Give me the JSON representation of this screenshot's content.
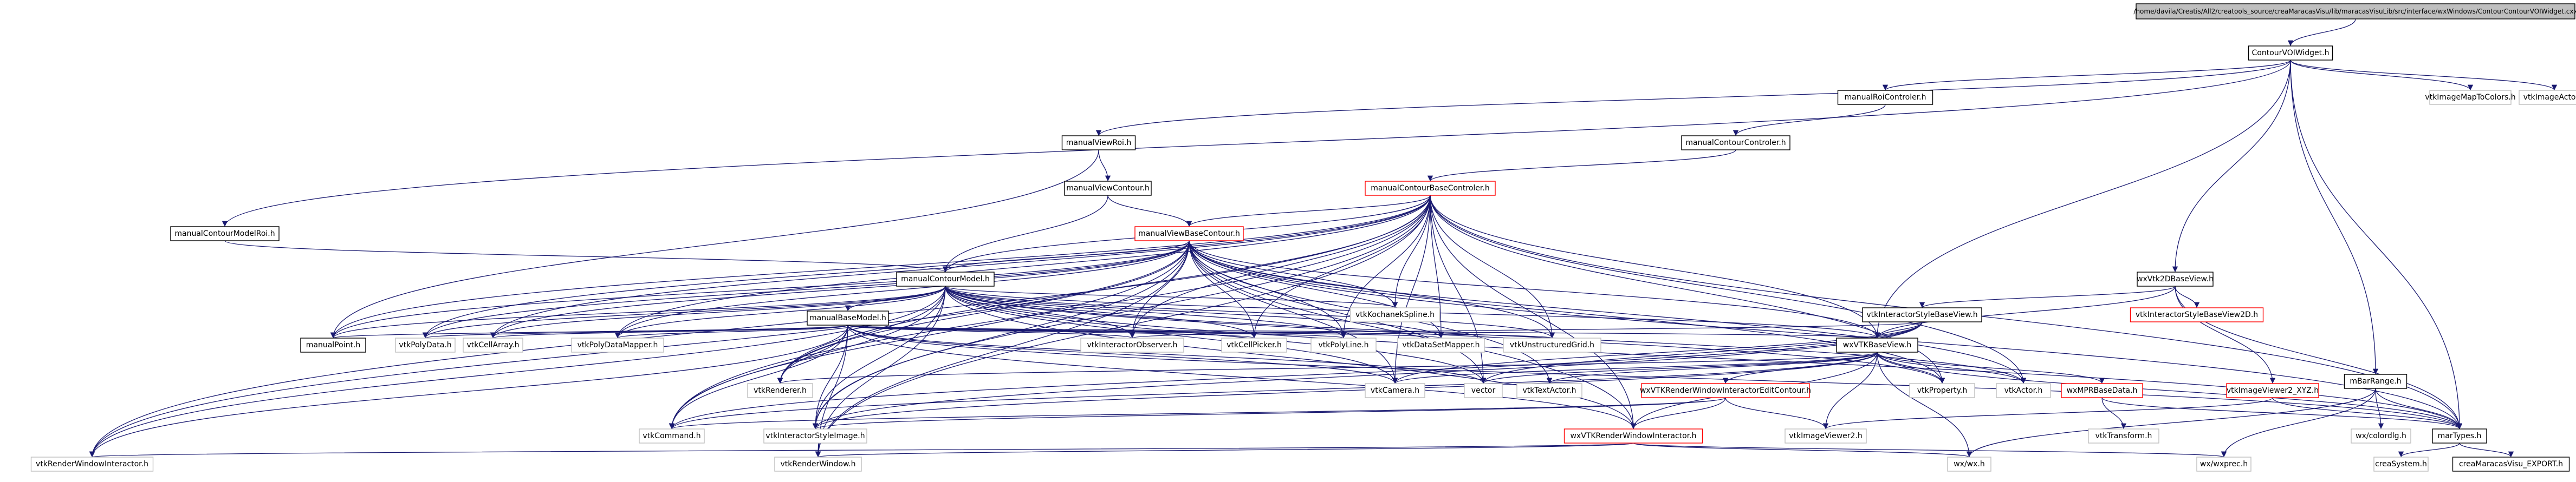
{
  "colors": {
    "root_fill": "#bfbfbf",
    "node_fill": "#ffffff",
    "node_border": "#000000",
    "missing_border": "#ff0000",
    "plain_border": "#bfbfbf",
    "edge": "#191970",
    "text": "#000000"
  },
  "nodes": [
    {
      "id": "root",
      "label": "/home/davila/Creatis/All2/creatools_source/creaMaracasVisu/lib/maracasVisuLib/src/interface/wxWindows/ContourContourVOIWidget.cxx",
      "style": "root"
    },
    {
      "id": "ccvw",
      "label": "ContourVOIWidget.h",
      "style": "doc"
    },
    {
      "id": "mroic",
      "label": "manualRoiControler.h",
      "style": "doc"
    },
    {
      "id": "vimtc",
      "label": "vtkImageMapToColors.h",
      "style": "plain"
    },
    {
      "id": "via",
      "label": "vtkImageActor.h",
      "style": "plain"
    },
    {
      "id": "mvroi",
      "label": "manualViewRoi.h",
      "style": "doc"
    },
    {
      "id": "mcc",
      "label": "manualContourControler.h",
      "style": "doc"
    },
    {
      "id": "mvc",
      "label": "manualViewContour.h",
      "style": "doc"
    },
    {
      "id": "mcbc",
      "label": "manualContourBaseControler.h",
      "style": "missing"
    },
    {
      "id": "mcmroi",
      "label": "manualContourModelRoi.h",
      "style": "doc"
    },
    {
      "id": "mvbc",
      "label": "manualViewBaseContour.h",
      "style": "missing"
    },
    {
      "id": "mcm",
      "label": "manualContourModel.h",
      "style": "doc"
    },
    {
      "id": "wxv2d",
      "label": "wxVtk2DBaseView.h",
      "style": "doc"
    },
    {
      "id": "visbv",
      "label": "vtkInteractorStyleBaseView.h",
      "style": "doc"
    },
    {
      "id": "visbv2d",
      "label": "vtkInteractorStyleBaseView2D.h",
      "style": "missing"
    },
    {
      "id": "vks",
      "label": "vtkKochanekSpline.h",
      "style": "plain"
    },
    {
      "id": "mbm",
      "label": "manualBaseModel.h",
      "style": "doc"
    },
    {
      "id": "mp",
      "label": "manualPoint.h",
      "style": "doc"
    },
    {
      "id": "vpd",
      "label": "vtkPolyData.h",
      "style": "plain"
    },
    {
      "id": "vca",
      "label": "vtkCellArray.h",
      "style": "plain"
    },
    {
      "id": "vpdm",
      "label": "vtkPolyDataMapper.h",
      "style": "plain"
    },
    {
      "id": "vio",
      "label": "vtkInteractorObserver.h",
      "style": "plain"
    },
    {
      "id": "vcp",
      "label": "vtkCellPicker.h",
      "style": "plain"
    },
    {
      "id": "vpl",
      "label": "vtkPolyLine.h",
      "style": "plain"
    },
    {
      "id": "vdsm",
      "label": "vtkDataSetMapper.h",
      "style": "plain"
    },
    {
      "id": "vug",
      "label": "vtkUnstructuredGrid.h",
      "style": "plain"
    },
    {
      "id": "wxvbv",
      "label": "wxVTKBaseView.h",
      "style": "doc"
    },
    {
      "id": "vren",
      "label": "vtkRenderer.h",
      "style": "plain"
    },
    {
      "id": "vcam",
      "label": "vtkCamera.h",
      "style": "plain"
    },
    {
      "id": "vec",
      "label": "vector",
      "style": "plain"
    },
    {
      "id": "vta",
      "label": "vtkTextActor.h",
      "style": "plain"
    },
    {
      "id": "vprop",
      "label": "vtkProperty.h",
      "style": "plain"
    },
    {
      "id": "vact",
      "label": "vtkActor.h",
      "style": "plain"
    },
    {
      "id": "wxmpr",
      "label": "wxMPRBaseData.h",
      "style": "missing"
    },
    {
      "id": "viv2",
      "label": "vtkImageViewer2_XYZ.h",
      "style": "missing"
    },
    {
      "id": "mbr",
      "label": "mBarRange.h",
      "style": "doc"
    },
    {
      "id": "wxrwiec",
      "label": "wxVTKRenderWindowInteractorEditContour.h",
      "style": "missing"
    },
    {
      "id": "vcmd",
      "label": "vtkCommand.h",
      "style": "plain"
    },
    {
      "id": "visi",
      "label": "vtkInteractorStyleImage.h",
      "style": "plain"
    },
    {
      "id": "vimv2",
      "label": "vtkImageViewer2.h",
      "style": "plain"
    },
    {
      "id": "vtr",
      "label": "vtkTransform.h",
      "style": "plain"
    },
    {
      "id": "wxcb",
      "label": "wx/colordlg.h",
      "style": "plain"
    },
    {
      "id": "mtypes",
      "label": "marTypes.h",
      "style": "doc"
    },
    {
      "id": "wxrwi",
      "label": "wxVTKRenderWindowInteractor.h",
      "style": "missing"
    },
    {
      "id": "vrwi",
      "label": "vtkRenderWindowInteractor.h",
      "style": "plain"
    },
    {
      "id": "vrw",
      "label": "vtkRenderWindow.h",
      "style": "plain"
    },
    {
      "id": "wxwx",
      "label": "wx/wx.h",
      "style": "plain"
    },
    {
      "id": "wxexp",
      "label": "wx/wxprec.h",
      "style": "plain"
    },
    {
      "id": "csys",
      "label": "creaSystem.h",
      "style": "plain"
    },
    {
      "id": "cexp",
      "label": "creaMaracasVisu_EXPORT.h",
      "style": "doc"
    }
  ],
  "edges": [
    [
      "root",
      "ccvw"
    ],
    [
      "ccvw",
      "mroic"
    ],
    [
      "ccvw",
      "vimtc"
    ],
    [
      "ccvw",
      "via"
    ],
    [
      "ccvw",
      "mvroi"
    ],
    [
      "ccvw",
      "mcmroi"
    ],
    [
      "ccvw",
      "wxv2d"
    ],
    [
      "ccvw",
      "wxvbv"
    ],
    [
      "ccvw",
      "mbr"
    ],
    [
      "ccvw",
      "mtypes"
    ],
    [
      "mroic",
      "mcc"
    ],
    [
      "mvroi",
      "mvc"
    ],
    [
      "mvroi",
      "mp"
    ],
    [
      "mcc",
      "mcbc"
    ],
    [
      "mvc",
      "mvbc"
    ],
    [
      "mvc",
      "mcm"
    ],
    [
      "mcbc",
      "mvbc"
    ],
    [
      "mcbc",
      "mcm"
    ],
    [
      "mcbc",
      "vks"
    ],
    [
      "mcbc",
      "vpd"
    ],
    [
      "mcbc",
      "vca"
    ],
    [
      "mcbc",
      "vpdm"
    ],
    [
      "mcbc",
      "vio"
    ],
    [
      "mcbc",
      "vcp"
    ],
    [
      "mcbc",
      "vpl"
    ],
    [
      "mcbc",
      "vdsm"
    ],
    [
      "mcbc",
      "vug"
    ],
    [
      "mcbc",
      "wxvbv"
    ],
    [
      "mcbc",
      "vcmd"
    ],
    [
      "mcbc",
      "visi"
    ],
    [
      "mcbc",
      "vrwi"
    ],
    [
      "mcbc",
      "vrw"
    ],
    [
      "mcbc",
      "vren"
    ],
    [
      "mcbc",
      "vcam"
    ],
    [
      "mcbc",
      "vec"
    ],
    [
      "mcbc",
      "vprop"
    ],
    [
      "mcbc",
      "vact"
    ],
    [
      "mcbc",
      "mtypes"
    ],
    [
      "mcbc",
      "wxrwi"
    ],
    [
      "mcbc",
      "mp"
    ],
    [
      "mcmroi",
      "mcm"
    ],
    [
      "mvbc",
      "mcm"
    ],
    [
      "mvbc",
      "vks"
    ],
    [
      "mvbc",
      "vpd"
    ],
    [
      "mvbc",
      "vca"
    ],
    [
      "mvbc",
      "vpdm"
    ],
    [
      "mvbc",
      "vio"
    ],
    [
      "mvbc",
      "vcp"
    ],
    [
      "mvbc",
      "vpl"
    ],
    [
      "mvbc",
      "vdsm"
    ],
    [
      "mvbc",
      "vug"
    ],
    [
      "mvbc",
      "wxvbv"
    ],
    [
      "mvbc",
      "vprop"
    ],
    [
      "mvbc",
      "vact"
    ],
    [
      "mvbc",
      "vcmd"
    ],
    [
      "mvbc",
      "visi"
    ],
    [
      "mvbc",
      "vrwi"
    ],
    [
      "mvbc",
      "vrw"
    ],
    [
      "mvbc",
      "vren"
    ],
    [
      "mvbc",
      "vcam"
    ],
    [
      "mvbc",
      "vec"
    ],
    [
      "mvbc",
      "vta"
    ],
    [
      "mvbc",
      "mtypes"
    ],
    [
      "mvbc",
      "wxrwi"
    ],
    [
      "mvbc",
      "mp"
    ],
    [
      "mcm",
      "mbm"
    ],
    [
      "mcm",
      "vks"
    ],
    [
      "mcm",
      "vpd"
    ],
    [
      "mcm",
      "vca"
    ],
    [
      "mcm",
      "vpdm"
    ],
    [
      "mcm",
      "vio"
    ],
    [
      "mcm",
      "vcp"
    ],
    [
      "mcm",
      "vpl"
    ],
    [
      "mcm",
      "vdsm"
    ],
    [
      "mcm",
      "vug"
    ],
    [
      "mcm",
      "wxvbv"
    ],
    [
      "mcm",
      "vprop"
    ],
    [
      "mcm",
      "vact"
    ],
    [
      "mcm",
      "vcmd"
    ],
    [
      "mcm",
      "visi"
    ],
    [
      "mcm",
      "vrwi"
    ],
    [
      "mcm",
      "vrw"
    ],
    [
      "mcm",
      "vren"
    ],
    [
      "mcm",
      "vcam"
    ],
    [
      "mcm",
      "vec"
    ],
    [
      "mcm",
      "mtypes"
    ],
    [
      "mcm",
      "wxrwi"
    ],
    [
      "mcm",
      "mp"
    ],
    [
      "mbm",
      "mp"
    ],
    [
      "mbm",
      "vpd"
    ],
    [
      "mbm",
      "vca"
    ],
    [
      "mbm",
      "vpdm"
    ],
    [
      "mbm",
      "vio"
    ],
    [
      "mbm",
      "vcp"
    ],
    [
      "mbm",
      "vpl"
    ],
    [
      "mbm",
      "vdsm"
    ],
    [
      "mbm",
      "vug"
    ],
    [
      "mbm",
      "wxvbv"
    ],
    [
      "mbm",
      "vren"
    ],
    [
      "mbm",
      "vcam"
    ],
    [
      "mbm",
      "vec"
    ],
    [
      "mbm",
      "vcmd"
    ],
    [
      "mbm",
      "visi"
    ],
    [
      "mbm",
      "vrwi"
    ],
    [
      "mbm",
      "vrw"
    ],
    [
      "mbm",
      "wxrwi"
    ],
    [
      "mbm",
      "mtypes"
    ],
    [
      "wxv2d",
      "visbv"
    ],
    [
      "wxv2d",
      "visbv2d"
    ],
    [
      "wxv2d",
      "wxvbv"
    ],
    [
      "wxv2d",
      "viv2"
    ],
    [
      "wxv2d",
      "mtypes"
    ],
    [
      "visbv",
      "wxvbv"
    ],
    [
      "visbv",
      "vio"
    ],
    [
      "visbv",
      "vcmd"
    ],
    [
      "visbv",
      "visi"
    ],
    [
      "visbv",
      "vcam"
    ],
    [
      "visbv",
      "vec"
    ],
    [
      "wxvbv",
      "vren"
    ],
    [
      "wxvbv",
      "vcam"
    ],
    [
      "wxvbv",
      "vec"
    ],
    [
      "wxvbv",
      "vta"
    ],
    [
      "wxvbv",
      "vprop"
    ],
    [
      "wxvbv",
      "vact"
    ],
    [
      "wxvbv",
      "wxmpr"
    ],
    [
      "wxvbv",
      "wxrwiec"
    ],
    [
      "wxvbv",
      "wxrwi"
    ],
    [
      "wxvbv",
      "vimv2"
    ],
    [
      "wxvbv",
      "vcmd"
    ],
    [
      "wxvbv",
      "visi"
    ],
    [
      "wxvbv",
      "wxwx"
    ],
    [
      "wxvbv",
      "mtypes"
    ],
    [
      "wxmpr",
      "vtr"
    ],
    [
      "wxmpr",
      "mtypes"
    ],
    [
      "viv2",
      "vimv2"
    ],
    [
      "viv2",
      "mtypes"
    ],
    [
      "mbr",
      "wxcb"
    ],
    [
      "mbr",
      "mtypes"
    ],
    [
      "mbr",
      "wxwx"
    ],
    [
      "mbr",
      "wxexp"
    ],
    [
      "wxrwiec",
      "wxrwi"
    ],
    [
      "wxrwiec",
      "vcmd"
    ],
    [
      "wxrwiec",
      "visi"
    ],
    [
      "wxrwiec",
      "vimv2"
    ],
    [
      "wxrwi",
      "vrwi"
    ],
    [
      "wxrwi",
      "vrw"
    ],
    [
      "wxrwi",
      "wxwx"
    ],
    [
      "wxrwi",
      "wxexp"
    ],
    [
      "mtypes",
      "csys"
    ],
    [
      "mtypes",
      "cexp"
    ]
  ]
}
